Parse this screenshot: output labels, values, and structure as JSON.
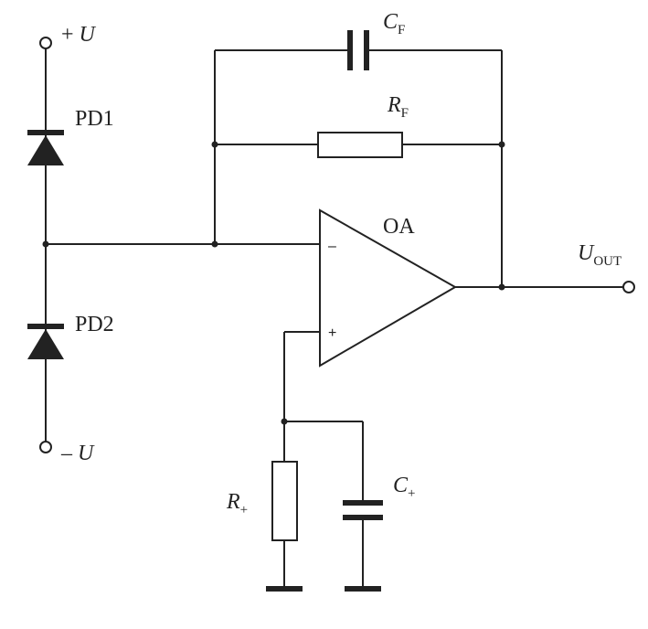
{
  "labels": {
    "supply_pos": {
      "sign": "+",
      "symbol": "U"
    },
    "supply_neg": {
      "sign": "–",
      "symbol": "U"
    },
    "pd1": "PD1",
    "pd2": "PD2",
    "cf": {
      "symbol": "C",
      "sub": "F"
    },
    "rf": {
      "symbol": "R",
      "sub": "F"
    },
    "oa": "OA",
    "inv_input": "–",
    "noninv_input": "+",
    "uout": {
      "symbol": "U",
      "sub": "OUT"
    },
    "r_plus": {
      "symbol": "R",
      "sub": "+"
    },
    "c_plus": {
      "symbol": "C",
      "sub": "+"
    }
  },
  "colors": {
    "line": "#222222",
    "background": "#ffffff"
  }
}
